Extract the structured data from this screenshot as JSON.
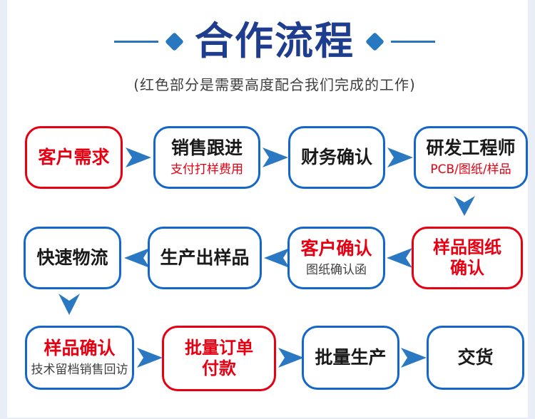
{
  "header": {
    "title": "合作流程",
    "subtitle": "(红色部分是需要高度配合我们完成的工作)"
  },
  "colors": {
    "title_navy": "#1e3d8f",
    "accent_blue": "#2b78c2",
    "blue_box_border": "#1467c8",
    "red_highlight": "#e60012",
    "main_text": "#1a1a1a",
    "sub_text_gray": "#3f3f3f",
    "page_margin_bg": "#e9edf5"
  },
  "flow": {
    "row1": {
      "direction": "left-to-right",
      "boxes": [
        {
          "title": "客户需求",
          "accent": "red"
        },
        {
          "title": "销售跟进",
          "sub": "支付打样费用",
          "accent": "blue"
        },
        {
          "title": "财务确认",
          "accent": "blue"
        },
        {
          "title": "研发工程师",
          "sub": "PCB/图纸/样品",
          "accent": "blue"
        }
      ]
    },
    "row2": {
      "direction": "right-to-left",
      "boxes": [
        {
          "title": "快速物流",
          "accent": "blue"
        },
        {
          "title": "生产出样品",
          "accent": "blue"
        },
        {
          "title": "客户确认",
          "sub": "图纸确认函",
          "accent": "blue"
        },
        {
          "title": "样品图纸",
          "title2": "确认",
          "accent": "red"
        }
      ]
    },
    "row3": {
      "direction": "left-to-right",
      "boxes": [
        {
          "title": "样品确认",
          "sub": "技术留档销售回访",
          "accent": "blue"
        },
        {
          "title": "批量订单",
          "title2": "付款",
          "accent": "red"
        },
        {
          "title": "批量生产",
          "accent": "blue"
        },
        {
          "title": "交货",
          "accent": "blue"
        }
      ]
    }
  }
}
